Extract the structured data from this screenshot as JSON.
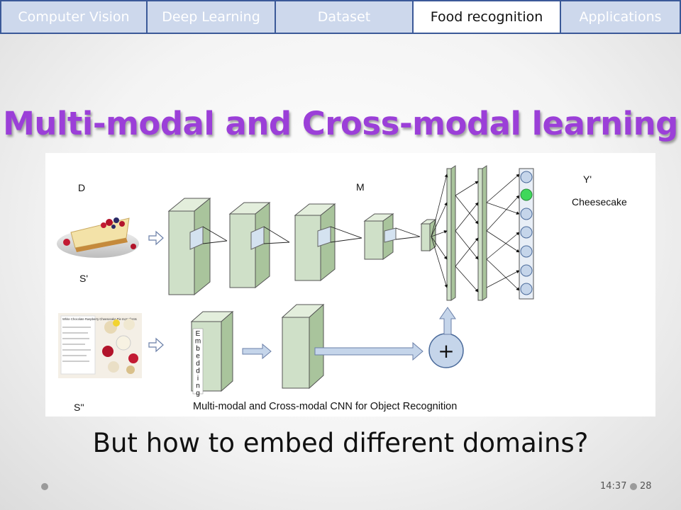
{
  "nav": {
    "tabs": [
      {
        "label": "Computer Vision",
        "active": false
      },
      {
        "label": "Deep Learning",
        "active": false
      },
      {
        "label": "Dataset",
        "active": false
      },
      {
        "label": "Food recognition",
        "active": true
      },
      {
        "label": "Applications",
        "active": false
      }
    ]
  },
  "slide": {
    "title": "Multi-modal and Cross-modal learning",
    "question": "But how to embed different domains?"
  },
  "figure": {
    "label_d": "D",
    "label_m": "M",
    "label_s1": "S'",
    "label_s2": "S''",
    "label_y": "Y'",
    "output_label": "Cheesecake",
    "embedding_text": "Embedding",
    "caption": "Multi-modal and Cross-modal CNN for Object Recognition",
    "plus_symbol": "+",
    "recipe_card_title": "White Chocolate Raspberry Cheesecake Pie Ingredients",
    "colors": {
      "layer_fill": "#cfe0c8",
      "node_fill": "#c5d5ea",
      "node_active": "#3fd85a",
      "node_stroke": "#4a6a9a"
    }
  },
  "footer": {
    "time": "14:37",
    "page": "28"
  }
}
